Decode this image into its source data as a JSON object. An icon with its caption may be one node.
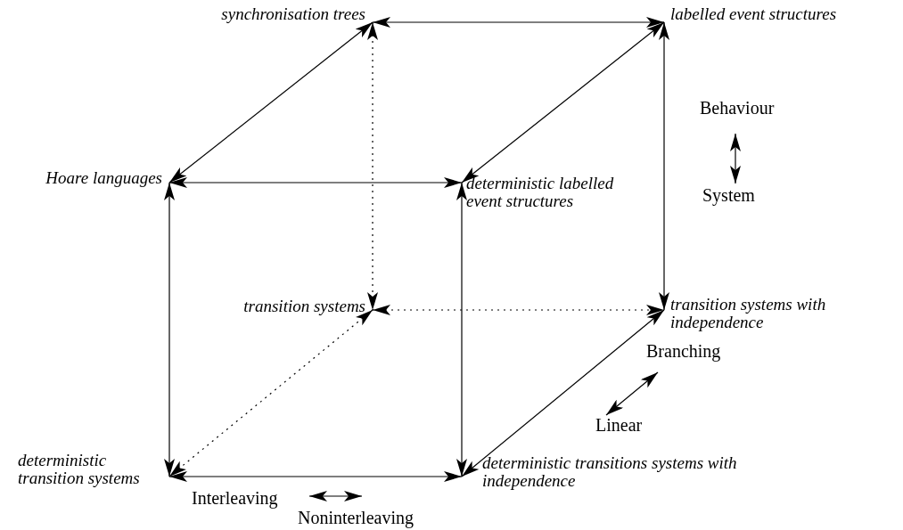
{
  "diagram": {
    "nodes": [
      {
        "text": [
          "synchronisation trees"
        ]
      },
      {
        "text": [
          "labelled event structures"
        ]
      },
      {
        "text": [
          "Hoare languages"
        ]
      },
      {
        "text": [
          "deterministic labelled event structures"
        ]
      },
      {
        "text": [
          "transition systems"
        ]
      },
      {
        "text": [
          "transition systems with independence"
        ]
      },
      {
        "text": [
          "deterministic transition systems"
        ]
      },
      {
        "text": [
          "deterministic transitions systems with independence"
        ]
      }
    ],
    "edges": [
      {
        "from": 0,
        "to": 1,
        "arrow": "both"
      },
      {
        "from": 0,
        "to": 2,
        "arrow": "both"
      },
      {
        "from": 1,
        "to": 3,
        "arrow": "both"
      },
      {
        "from": 2,
        "to": 3,
        "arrow": "both"
      },
      {
        "from": 0,
        "to": 4,
        "arrow": "both",
        "style": "dashed"
      },
      {
        "from": 1,
        "to": 5,
        "arrow": "both"
      },
      {
        "from": 2,
        "to": 6,
        "arrow": "both"
      },
      {
        "from": 3,
        "to": 7,
        "arrow": "both"
      },
      {
        "from": 4,
        "to": 5,
        "arrow": "both",
        "style": "dashed"
      },
      {
        "from": 4,
        "to": 6,
        "arrow": "both",
        "style": "dashed"
      },
      {
        "from": 5,
        "to": 7,
        "arrow": "both"
      },
      {
        "from": 6,
        "to": 7,
        "arrow": "both"
      }
    ],
    "labels": [
      "Behaviour",
      "System",
      "Branching",
      "Linear",
      "Interleaving",
      "Noninterleaving"
    ]
  }
}
